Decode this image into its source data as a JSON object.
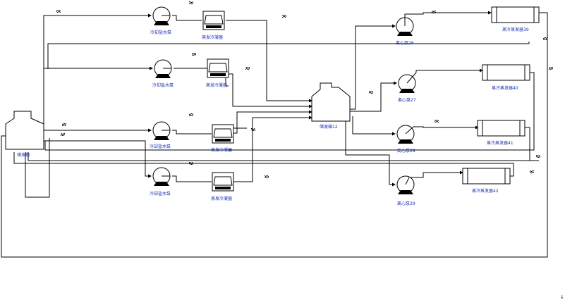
{
  "diagram": {
    "tank": {
      "label": "储液槽"
    },
    "collector": {
      "label": "储液箱12"
    },
    "cooling_pumps": [
      {
        "label": "冷却盐水泵"
      },
      {
        "label": "冷却盐水泵"
      },
      {
        "label": "冷却盐水泵"
      },
      {
        "label": "冷却盐水泵"
      }
    ],
    "condensers": [
      {
        "label": "蒸发冷凝器"
      },
      {
        "label": "蒸发冷凝器"
      },
      {
        "label": "蒸发冷凝器"
      },
      {
        "label": "蒸发冷凝器"
      }
    ],
    "centrifugal_pumps": [
      {
        "label": "离心泵26"
      },
      {
        "label": "离心泵27"
      },
      {
        "label": "离心泵28"
      },
      {
        "label": "离心泵29"
      }
    ],
    "evaporators": [
      {
        "label": "蒸冷蒸发器39"
      },
      {
        "label": "蒸冷蒸发器40"
      },
      {
        "label": "蒸冷蒸发器41"
      },
      {
        "label": "蒸冷蒸发器42"
      }
    ],
    "corner_glyph": "↓"
  }
}
